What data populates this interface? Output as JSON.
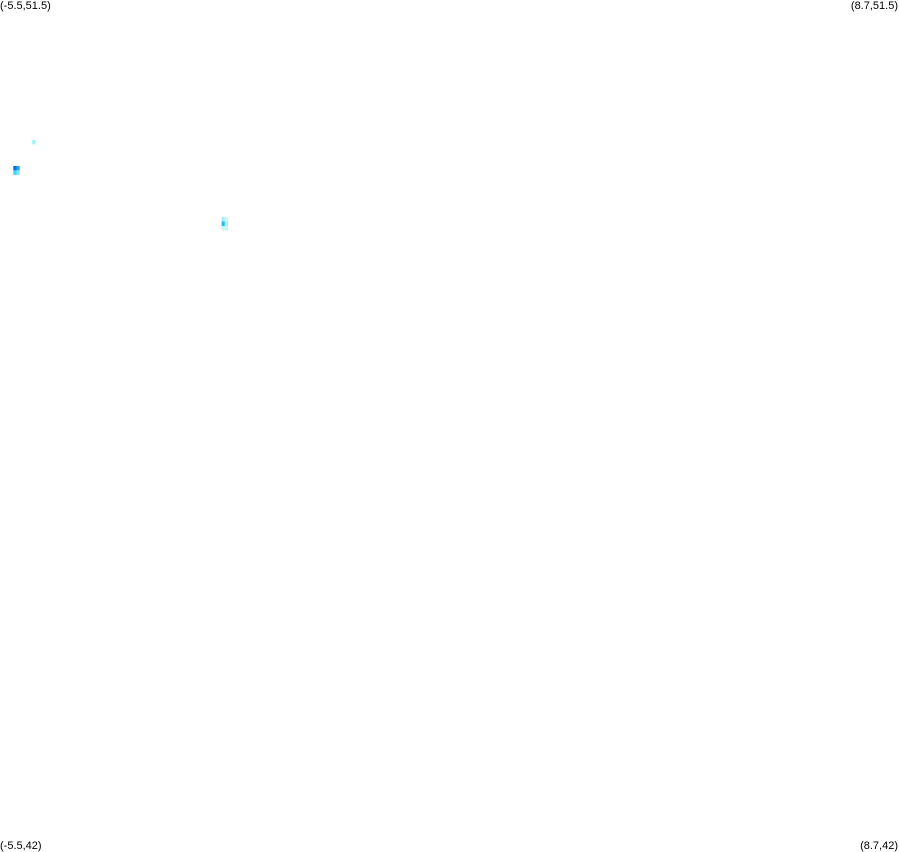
{
  "map": {
    "corners": {
      "top_left": "(-5.5,51.5)",
      "top_right": "(8.7,51.5)",
      "bottom_left": "(-5.5,42)",
      "bottom_right": "(8.7,42)"
    },
    "extent": {
      "lon_min": -5.5,
      "lon_max": 8.7,
      "lat_min": 42,
      "lat_max": 51.5
    },
    "cells": [
      {
        "lon": -4.99,
        "lat": 49.94,
        "color": "#9ff2f7"
      },
      {
        "lon": -5.29,
        "lat": 49.65,
        "color": "#0f6fd8"
      },
      {
        "lon": -5.24,
        "lat": 49.65,
        "color": "#1ba8f0"
      },
      {
        "lon": -5.29,
        "lat": 49.6,
        "color": "#3fd8f6"
      },
      {
        "lon": -5.24,
        "lat": 49.6,
        "color": "#7fe6fb"
      },
      {
        "lon": -2.0,
        "lat": 49.08,
        "color": "#9ff2f7"
      },
      {
        "lon": -1.95,
        "lat": 49.08,
        "color": "#c9f7f9"
      },
      {
        "lon": -2.0,
        "lat": 49.03,
        "color": "#2fb4e9"
      },
      {
        "lon": -1.95,
        "lat": 49.03,
        "color": "#9ff2f7"
      },
      {
        "lon": -2.0,
        "lat": 48.98,
        "color": "#c9f7f9"
      },
      {
        "lon": -1.95,
        "lat": 48.98,
        "color": "#c9f7f9"
      }
    ]
  }
}
